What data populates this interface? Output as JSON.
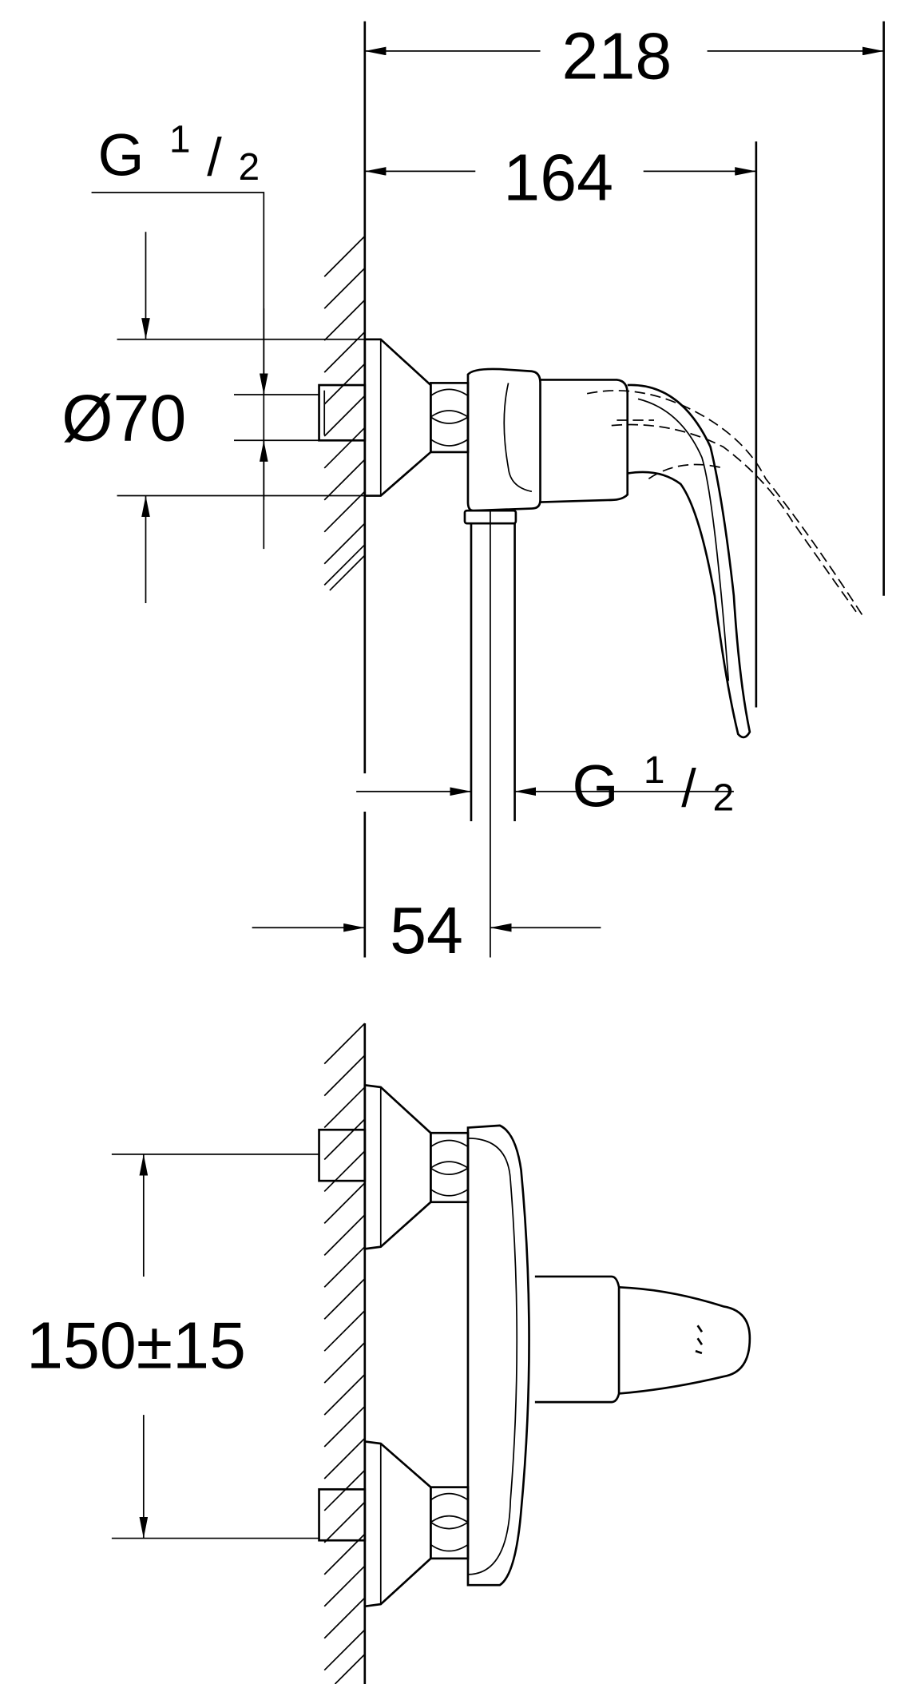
{
  "drawing": {
    "side_view": {
      "overall_length": "218",
      "handle_length": "164",
      "inlet_thread": {
        "main": "G",
        "num": "1",
        "slash": "/",
        "den": "2"
      },
      "escutcheon_diameter": "Ø70",
      "outlet_thread": {
        "main": "G",
        "num": "1",
        "slash": "/",
        "den": "2"
      },
      "wall_to_outlet": "54"
    },
    "front_view": {
      "inlet_spacing": "150±15"
    }
  }
}
